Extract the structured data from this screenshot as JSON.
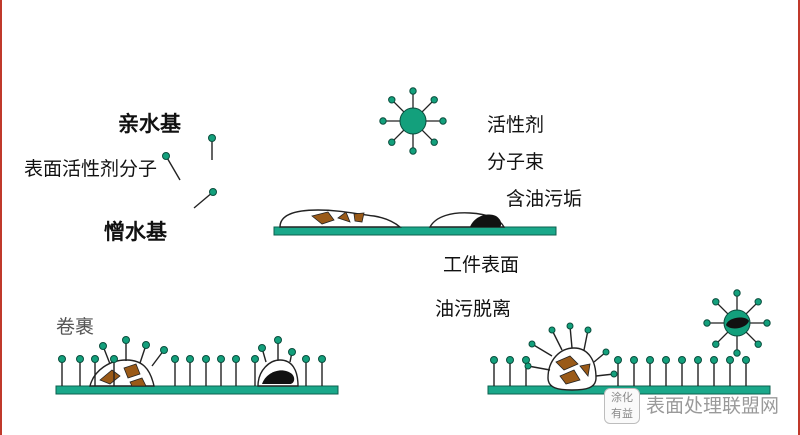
{
  "labels": {
    "hydrophilic": "亲水基",
    "surfactant_molecule": "表面活性剂分子",
    "hydrophobic": "憎水基",
    "micelle_line1": "活性剂",
    "micelle_line2": "分子束",
    "oily_dirt": "含油污垢",
    "work_surface": "工件表面",
    "rolling_up": "卷裹",
    "oil_detach": "油污脱离"
  },
  "watermark": {
    "badge_line1": "涂化",
    "badge_line2": "有益",
    "text": "表面处理联盟网"
  },
  "colors": {
    "substrate": "#1aa88a",
    "head": "#13a07c",
    "micelle_core": "#13a07c",
    "dirt": "#9a5a18",
    "oil": "#111111",
    "frame": "#c0392b"
  }
}
